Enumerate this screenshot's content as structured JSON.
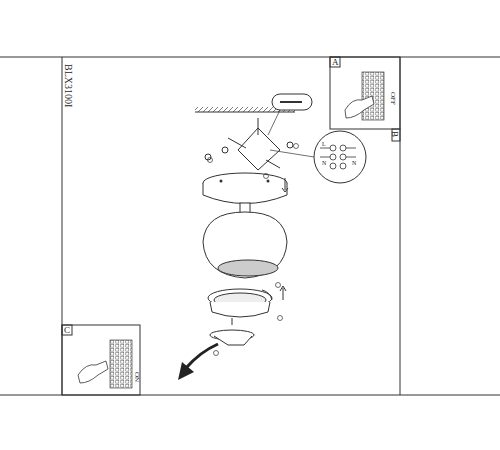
{
  "diagram": {
    "labels": [
      "BLX3100I",
      "A",
      "OFF",
      "B",
      "C",
      "ON",
      "L",
      "N",
      "N"
    ]
  }
}
